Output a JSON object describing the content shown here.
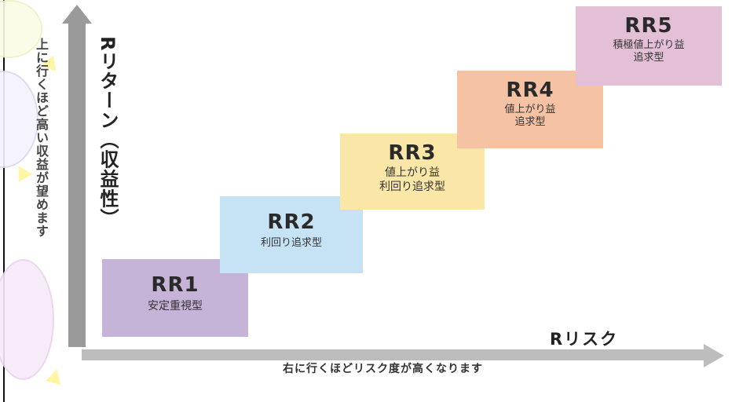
{
  "axes": {
    "y_label": "Rリターン（収益性）",
    "y_note": "上に行くほど高い収益が望めます",
    "x_label": "Rリスク",
    "x_note": "右に行くほどリスク度が高くなります"
  },
  "steps": [
    {
      "title": "RR1",
      "desc": "安定重視型",
      "color": "#c6b3d8"
    },
    {
      "title": "RR2",
      "desc": "利回り追求型",
      "color": "#c6e3f6"
    },
    {
      "title": "RR3",
      "desc": "値上がり益\n利回り追求型",
      "color": "#fae6a6"
    },
    {
      "title": "RR4",
      "desc": "値上がり益\n追求型",
      "color": "#f5c3a4"
    },
    {
      "title": "RR5",
      "desc": "積極値上がり益\n追求型",
      "color": "#e3c0d6"
    }
  ]
}
